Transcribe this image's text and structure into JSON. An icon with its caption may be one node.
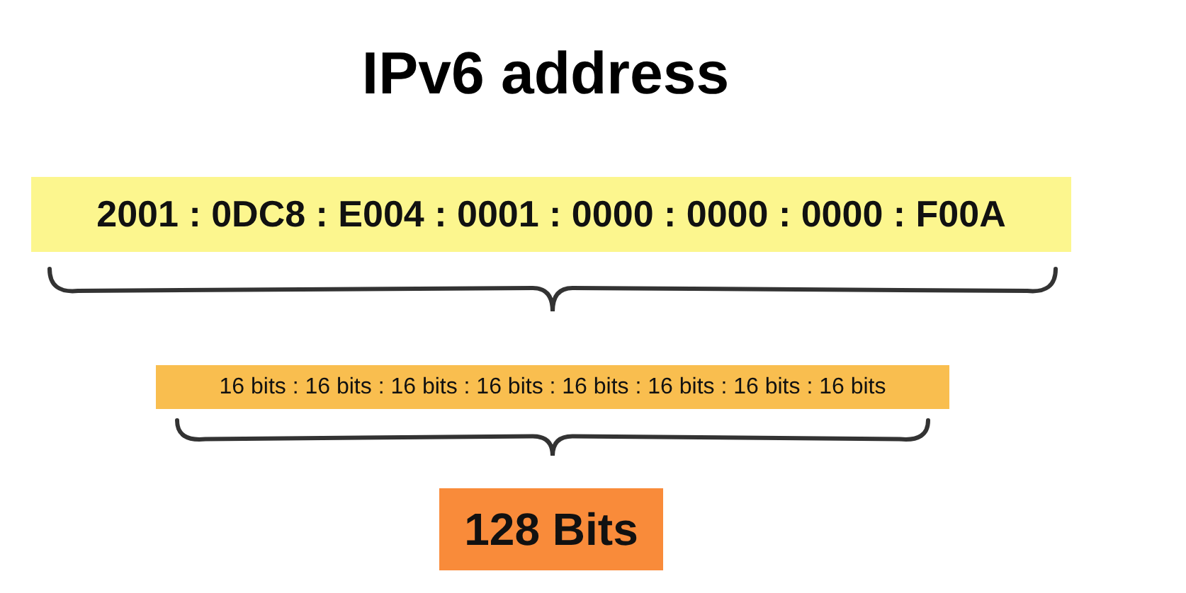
{
  "diagram": {
    "title": "IPv6 address",
    "nodes": [
      {
        "text": [
          "2001 : 0DC8 : E004 : 0001 : 0000 : 0000 : 0000 : F00A"
        ]
      },
      {
        "text": [
          "16 bits : 16 bits : 16 bits : 16 bits : 16 bits : 16 bits : 16 bits : 16 bits"
        ]
      },
      {
        "text": [
          "128 Bits"
        ]
      }
    ],
    "edges": []
  }
}
